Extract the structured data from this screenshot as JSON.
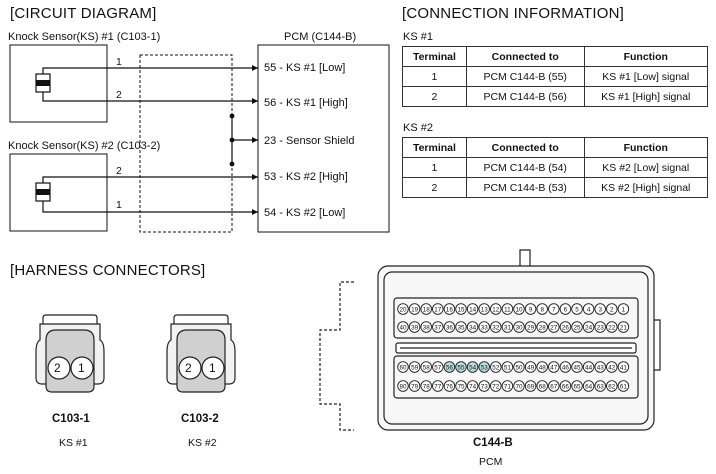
{
  "circuit_diagram": {
    "title": "[CIRCUIT DIAGRAM]",
    "ks1_label": "Knock Sensor(KS) #1 (C103-1)",
    "ks2_label": "Knock Sensor(KS) #2 (C103-2)",
    "pcm_label": "PCM (C144-B)",
    "ks1_pin1": "1",
    "ks1_pin2": "2",
    "ks2_pin2": "2",
    "ks2_pin1": "1",
    "pcm_pins": [
      "55 - KS #1 [Low]",
      "56 - KS #1 [High]",
      "23 - Sensor Shield",
      "53 - KS #2 [High]",
      "54 - KS #2 [Low]"
    ]
  },
  "connection_information": {
    "title": "[CONNECTION INFORMATION]",
    "tables": [
      {
        "label": "KS #1",
        "headers": [
          "Terminal",
          "Connected to",
          "Function"
        ],
        "rows": [
          [
            "1",
            "PCM C144-B (55)",
            "KS #1 [Low] signal"
          ],
          [
            "2",
            "PCM C144-B (56)",
            "KS #1 [High] signal"
          ]
        ]
      },
      {
        "label": "KS #2",
        "headers": [
          "Terminal",
          "Connected to",
          "Function"
        ],
        "rows": [
          [
            "1",
            "PCM C144-B (54)",
            "KS #2 [Low] signal"
          ],
          [
            "2",
            "PCM C144-B (53)",
            "KS #2 [High] signal"
          ]
        ]
      }
    ]
  },
  "harness_connectors": {
    "title": "[HARNESS CONNECTORS]",
    "connectors": [
      {
        "name": "C103-1",
        "desc": "KS #1",
        "pin_left": "2",
        "pin_right": "1"
      },
      {
        "name": "C103-2",
        "desc": "KS #2",
        "pin_left": "2",
        "pin_right": "1"
      }
    ],
    "pcm_connector": {
      "name": "C144-B",
      "desc": "PCM",
      "rows": [
        [
          "20",
          "19",
          "18",
          "17",
          "16",
          "15",
          "14",
          "13",
          "12",
          "11",
          "10",
          "9",
          "8",
          "7",
          "6",
          "5",
          "4",
          "3",
          "2",
          "1"
        ],
        [
          "40",
          "39",
          "38",
          "37",
          "36",
          "35",
          "34",
          "33",
          "32",
          "31",
          "30",
          "29",
          "28",
          "27",
          "26",
          "25",
          "24",
          "23",
          "22",
          "21"
        ],
        [
          "60",
          "59",
          "58",
          "57",
          "56",
          "55",
          "54",
          "53",
          "52",
          "51",
          "50",
          "49",
          "48",
          "47",
          "46",
          "45",
          "44",
          "43",
          "42",
          "41"
        ],
        [
          "80",
          "79",
          "78",
          "77",
          "76",
          "75",
          "74",
          "73",
          "72",
          "71",
          "70",
          "69",
          "68",
          "67",
          "66",
          "65",
          "64",
          "63",
          "62",
          "61"
        ]
      ],
      "highlighted": [
        "56",
        "55",
        "54",
        "53"
      ],
      "pin_color": "#ffffff",
      "highlight_color": "#b9dede"
    }
  }
}
